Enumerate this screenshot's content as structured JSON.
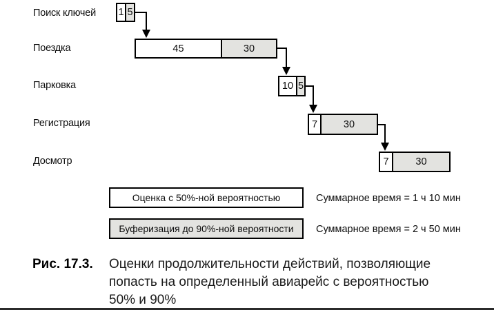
{
  "figure": {
    "rows": [
      {
        "label": "Поиск ключей",
        "p50": "1",
        "p90": "5"
      },
      {
        "label": "Поездка",
        "p50": "45",
        "p90": "30"
      },
      {
        "label": "Парковка",
        "p50": "10",
        "p90": "5"
      },
      {
        "label": "Регистрация",
        "p50": "7",
        "p90": "30"
      },
      {
        "label": "Досмотр",
        "p50": "7",
        "p90": "30"
      }
    ],
    "legend": [
      {
        "label": "Оценка с 50%-ной вероятностью",
        "summary": "Суммарное время = 1 ч 10 мин"
      },
      {
        "label": "Буферизация до 90%-ной вероятности",
        "summary": "Суммарное время = 2 ч 50 мин"
      }
    ],
    "caption": {
      "figure_label": "Рис. 17.3.",
      "lines": [
        "Оценки продолжительности действий, позволяющие",
        "попасть на определенный авиарейс с вероятностью",
        "50% и 90%"
      ]
    },
    "colors": {
      "p50_fill": "#ffffff",
      "p90_fill": "#e3e3e0",
      "border": "#000000"
    }
  }
}
